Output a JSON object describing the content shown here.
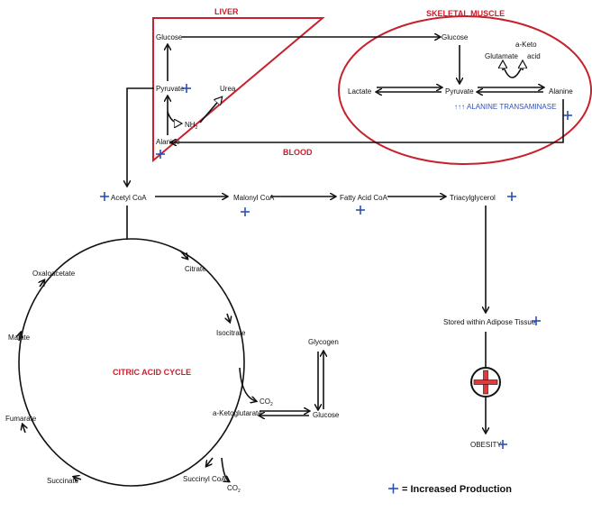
{
  "regions": {
    "liver": "LIVER",
    "skeletal_muscle": "SKELETAL MUSCLE",
    "blood": "BLOOD",
    "citric_acid_cycle": "CITRIC ACID CYCLE"
  },
  "liver": {
    "glucose": "Glucose",
    "pyruvate": "Pyruvate",
    "urea": "Urea",
    "nh2": "NH",
    "nh2_sub": "2",
    "alanine": "Alanine"
  },
  "muscle": {
    "glucose": "Glucose",
    "glutamate": "Glutamate",
    "a_keto_line1": "a-Keto",
    "a_keto_line2": "acid",
    "lactate": "Lactate",
    "pyruvate": "Pyruvate",
    "alanine": "Alanine",
    "enzyme_arrows": "↑↑↑",
    "enzyme": "ALANINE TRANSAMINASE"
  },
  "pathway": {
    "acetyl_coa": "Acetyl CoA",
    "malonyl_coa": "Malonyl CoA",
    "fatty_acid_coa": "Fatty Acid CoA",
    "triacylglycerol": "Triacylglycerol",
    "stored": "Stored within Adipose Tissue",
    "obesity": "OBESITY"
  },
  "cycle": {
    "citrate": "Citrate",
    "isocitrate": "Isocitrate",
    "a_ketoglutarate": "a-Ketoglutarate",
    "succinyl_coa": "Succinyl CoA",
    "succinate": "Succinate",
    "fumarate": "Fumarate",
    "malate": "Malate",
    "oxaloacetate": "Oxaloacetate",
    "co2_1": "CO",
    "co2_2": "CO",
    "co2_sub": "2",
    "glycogen": "Glycogen",
    "glucose": "Glucose"
  },
  "legend": {
    "text": "= Increased Production"
  },
  "colors": {
    "red": "#c8202c",
    "blue": "#2b4fb5",
    "black": "#111111"
  }
}
